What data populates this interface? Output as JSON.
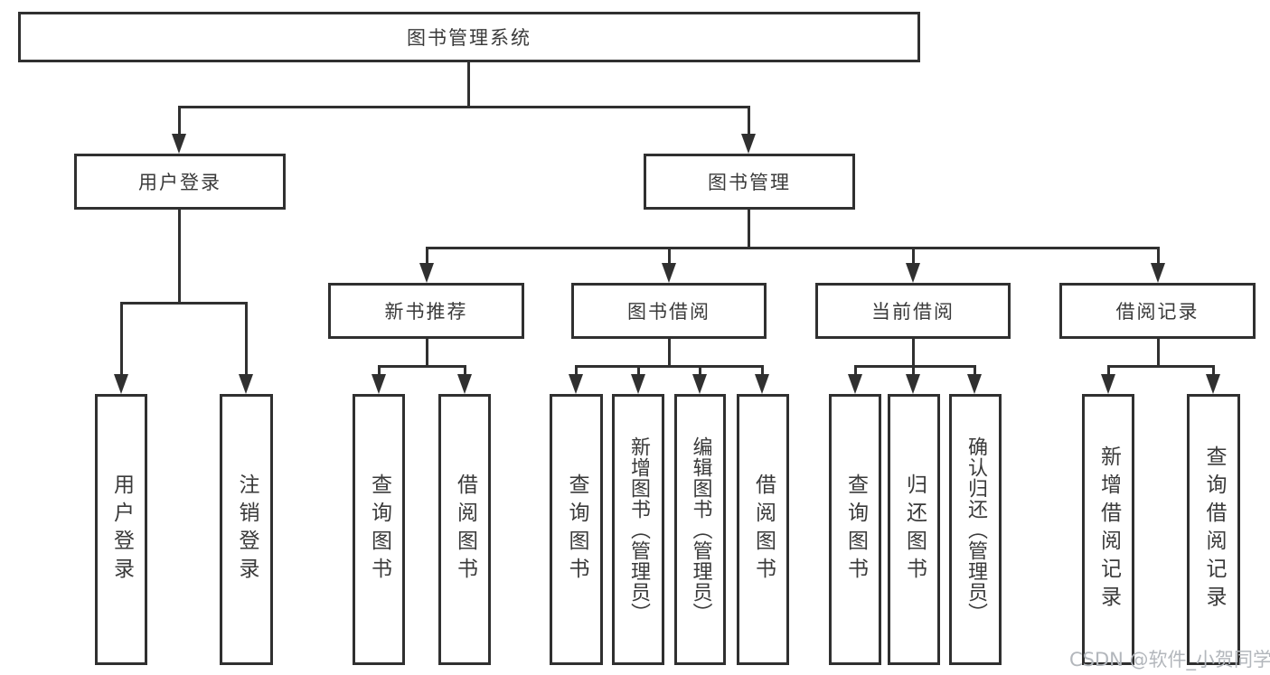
{
  "tree": {
    "root": {
      "label": "图书管理系统"
    },
    "branches": [
      {
        "label": "用户登录",
        "children": [
          {
            "label": "用户登录"
          },
          {
            "label": "注销登录"
          }
        ]
      },
      {
        "label": "图书管理",
        "children": [
          {
            "label": "新书推荐",
            "children": [
              {
                "label": "查询图书"
              },
              {
                "label": "借阅图书"
              }
            ]
          },
          {
            "label": "图书借阅",
            "children": [
              {
                "label": "查询图书"
              },
              {
                "label": "新增图书（管理员）"
              },
              {
                "label": "编辑图书（管理员）"
              },
              {
                "label": "借阅图书"
              }
            ]
          },
          {
            "label": "当前借阅",
            "children": [
              {
                "label": "查询图书"
              },
              {
                "label": "归还图书"
              },
              {
                "label": "确认归还（管理员）"
              }
            ]
          },
          {
            "label": "借阅记录",
            "children": [
              {
                "label": "新增借阅记录"
              },
              {
                "label": "查询借阅记录"
              }
            ]
          }
        ]
      }
    ]
  },
  "watermark": {
    "text": "CSDN @软件_小贺同学",
    "color": "#b3b7bc"
  },
  "colors": {
    "line": "#303030",
    "text": "#3a3a3a",
    "box_fill": "#ffffff",
    "background": "#ffffff"
  }
}
